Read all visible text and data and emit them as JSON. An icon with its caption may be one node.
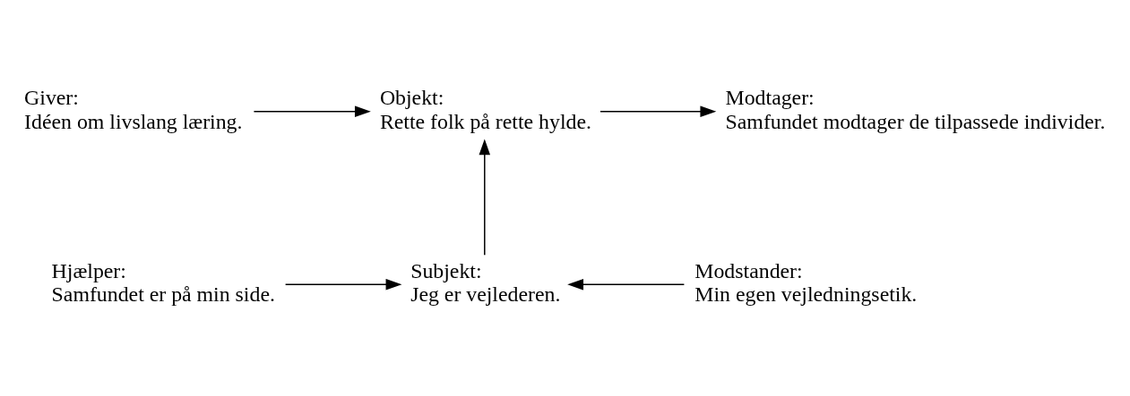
{
  "diagram": {
    "nodes": [
      {
        "text": [
          "Giver:",
          "Idéen om livslang læring."
        ]
      },
      {
        "text": [
          "Objekt:",
          "Rette folk på rette hylde."
        ]
      },
      {
        "text": [
          "Modtager:",
          "Samfundet modtager de tilpassede individer."
        ]
      },
      {
        "text": [
          "Hjælper:",
          "Samfundet er på min side."
        ]
      },
      {
        "text": [
          "Subjekt:",
          "Jeg er vejlederen."
        ]
      },
      {
        "text": [
          "Modstander:",
          "Min egen vejledningsetik."
        ]
      }
    ],
    "edges": [
      {
        "from": 0,
        "to": 1,
        "arrow": "to"
      },
      {
        "from": 1,
        "to": 2,
        "arrow": "to"
      },
      {
        "from": 4,
        "to": 1,
        "arrow": "to"
      },
      {
        "from": 3,
        "to": 4,
        "arrow": "to"
      },
      {
        "from": 5,
        "to": 4,
        "arrow": "to"
      }
    ]
  }
}
